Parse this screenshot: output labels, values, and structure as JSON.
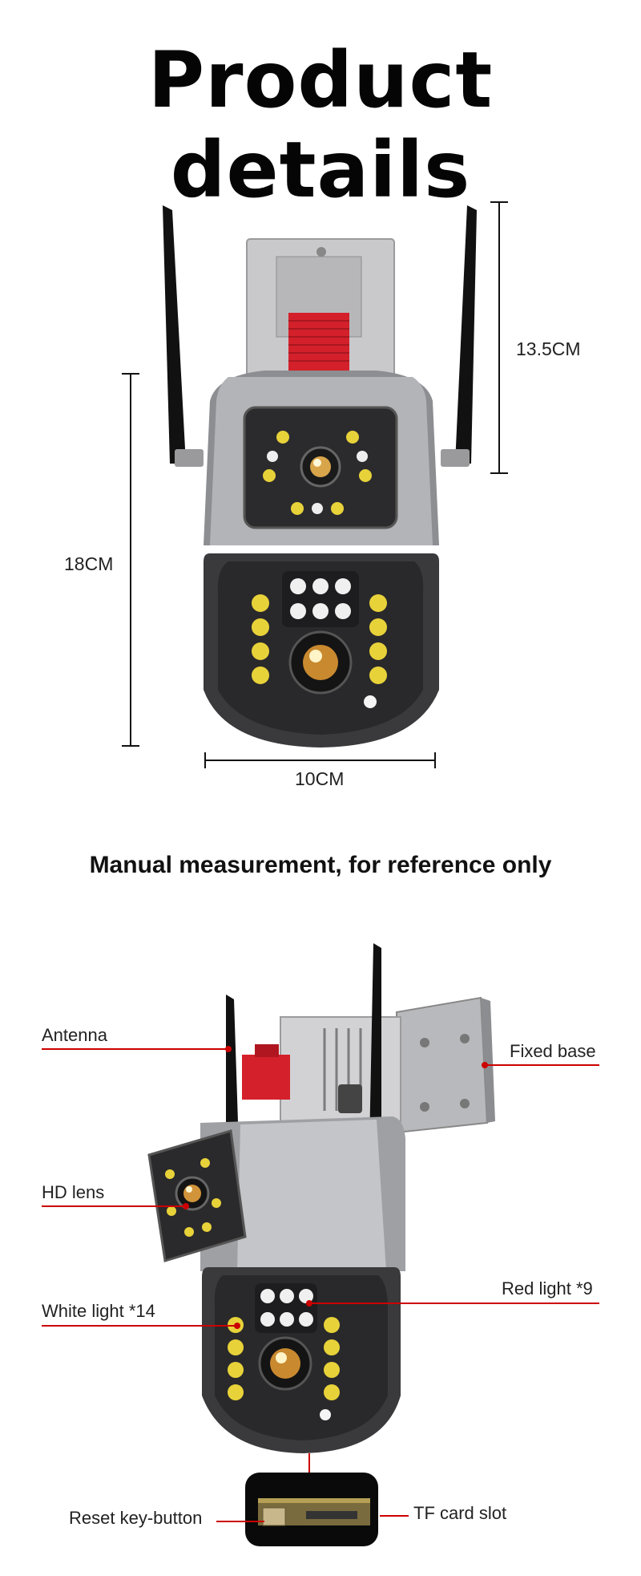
{
  "header": {
    "title": "Product details"
  },
  "dimensions": {
    "height_upper": "13.5CM",
    "height_total": "18CM",
    "width": "10CM"
  },
  "note": "Manual measurement, for reference only",
  "callouts": {
    "antenna": "Antenna",
    "fixed_base": "Fixed base",
    "hd_lens": "HD lens",
    "red_light": "Red light *9",
    "white_light": "White light *14",
    "reset_key": "Reset key-button",
    "tf_slot": "TF card slot"
  },
  "colors": {
    "callout_line": "#cc0000",
    "body_dark": "#3a3a3c",
    "body_silver": "#a9aaad",
    "accent_red": "#d4202a",
    "led_yellow": "#e8d23a"
  }
}
